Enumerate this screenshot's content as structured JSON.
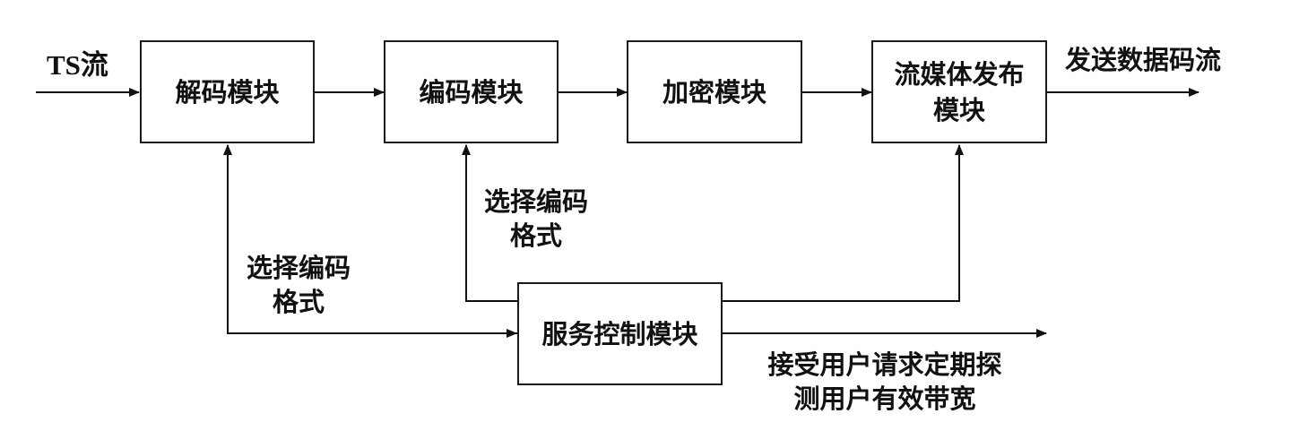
{
  "blocks": {
    "decode": "解码模块",
    "encode": "编码模块",
    "encrypt": "加密模块",
    "publish_line1": "流媒体发布",
    "publish_line2": "模块",
    "service": "服务控制模块"
  },
  "labels": {
    "input": "TS流",
    "output": "发送数据码流",
    "select_left_line1": "选择编码",
    "select_left_line2": "格式",
    "select_mid_line1": "选择编码",
    "select_mid_line2": "格式",
    "service_out_line1": "接受用户请求定期探",
    "service_out_line2": "测用户有效带宽"
  }
}
